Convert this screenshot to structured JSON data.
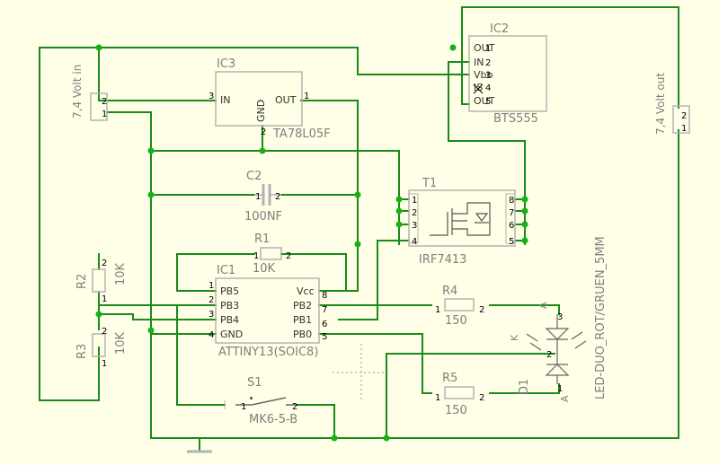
{
  "colors": {
    "background": "#fffee6",
    "wire": "#1a8a1a",
    "junction": "#17b117",
    "part": "#b3b3b3",
    "label": "#7f7f7f",
    "pin_text": "#000000"
  },
  "connectors": {
    "input": {
      "label": "7,4 Volt in",
      "pins": [
        "2",
        "1"
      ]
    },
    "output": {
      "label": "7,4 Volt out",
      "pins": [
        "2",
        "1"
      ]
    }
  },
  "ic3": {
    "name": "IC3",
    "value": "TA78L05F",
    "pins": {
      "in_name": "IN",
      "out_name": "OUT",
      "gnd_name": "GND",
      "in_num": "3",
      "out_num": "1",
      "gnd_num": "2"
    }
  },
  "ic2": {
    "name": "IC2",
    "value": "BTS555",
    "pin_names": [
      "OUT",
      "IN",
      "Vbb",
      "IS",
      "OUT"
    ],
    "pin_nums": [
      "1",
      "2",
      "3",
      "4",
      "5"
    ]
  },
  "c2": {
    "name": "C2",
    "value": "100NF",
    "pins": [
      "1",
      "2"
    ]
  },
  "t1": {
    "name": "T1",
    "value": "IRF7413",
    "left_pins": [
      "1",
      "2",
      "3",
      "4"
    ],
    "right_pins": [
      "8",
      "7",
      "6",
      "5"
    ]
  },
  "r1": {
    "name": "R1",
    "value": "10K",
    "pins": [
      "1",
      "2"
    ]
  },
  "r2": {
    "name": "R2",
    "value": "10K",
    "pins": [
      "2",
      "1"
    ]
  },
  "r3": {
    "name": "R3",
    "value": "10K",
    "pins": [
      "2",
      "1"
    ]
  },
  "r4": {
    "name": "R4",
    "value": "150",
    "pins": [
      "1",
      "2"
    ]
  },
  "r5": {
    "name": "R5",
    "value": "150",
    "pins": [
      "1",
      "2"
    ]
  },
  "ic1": {
    "name": "IC1",
    "value": "ATTINY13(SOIC8)",
    "left_names": [
      "PB5",
      "PB3",
      "PB4",
      "GND"
    ],
    "left_nums": [
      "1",
      "2",
      "3",
      "4"
    ],
    "right_names": [
      "Vcc",
      "PB2",
      "PB1",
      "PB0"
    ],
    "right_nums": [
      "8",
      "7",
      "6",
      "5"
    ]
  },
  "s1": {
    "name": "S1",
    "value": "MK6-5-B",
    "pins": [
      "1",
      "2"
    ]
  },
  "d1": {
    "name": "D1",
    "value": "LED-DUO_ROT/GRUEN_5MM",
    "pins": [
      "3",
      "2",
      "1"
    ],
    "anode_a": "A",
    "anode_b": "A",
    "cathode": "K"
  }
}
